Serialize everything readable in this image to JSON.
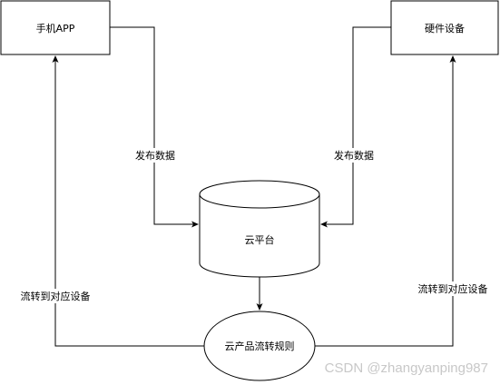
{
  "nodes": {
    "phone_app": "手机APP",
    "hardware": "硬件设备",
    "cloud": "云平台",
    "rule": "云产品流转规则"
  },
  "edges": {
    "publish_left": "发布数据",
    "publish_right": "发布数据",
    "forward_left": "流转到对应设备",
    "forward_right": "流转到对应设备"
  },
  "watermark": "CSDN @zhangyanping987",
  "colors": {
    "stroke": "#000000",
    "background": "#ffffff",
    "watermark": "#c8c8c8"
  }
}
